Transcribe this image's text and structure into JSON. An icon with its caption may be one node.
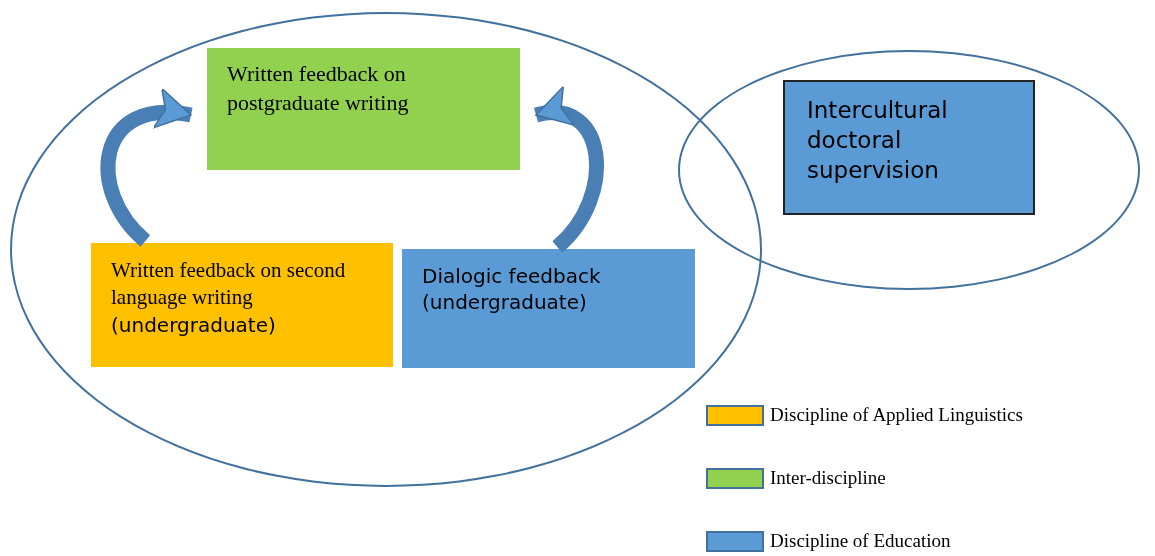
{
  "diagram": {
    "nodes": [
      {
        "text": [],
        "shape": "ellipse"
      },
      {
        "text": [
          "Written feedback on postgraduate writing"
        ],
        "in": 0
      },
      {
        "text": [
          "Written feedback on second language writing",
          "(undergraduate)"
        ],
        "in": 0
      },
      {
        "text": [
          "Dialogic feedback (undergraduate)"
        ],
        "in": 0
      },
      {
        "text": [],
        "shape": "ellipse"
      },
      {
        "text": [
          "Intercultural doctoral supervision"
        ],
        "in": 4
      }
    ],
    "edges": [
      {
        "from": 2,
        "to": 1,
        "arrow": "to"
      },
      {
        "from": 3,
        "to": 1,
        "arrow": "to"
      }
    ],
    "legend": [
      {
        "text": "Discipline of Applied Linguistics",
        "color": "#ffc000"
      },
      {
        "text": "Inter-discipline",
        "color": "#92d050"
      },
      {
        "text": "Discipline of Education",
        "color": "#5b9bd5"
      }
    ]
  }
}
